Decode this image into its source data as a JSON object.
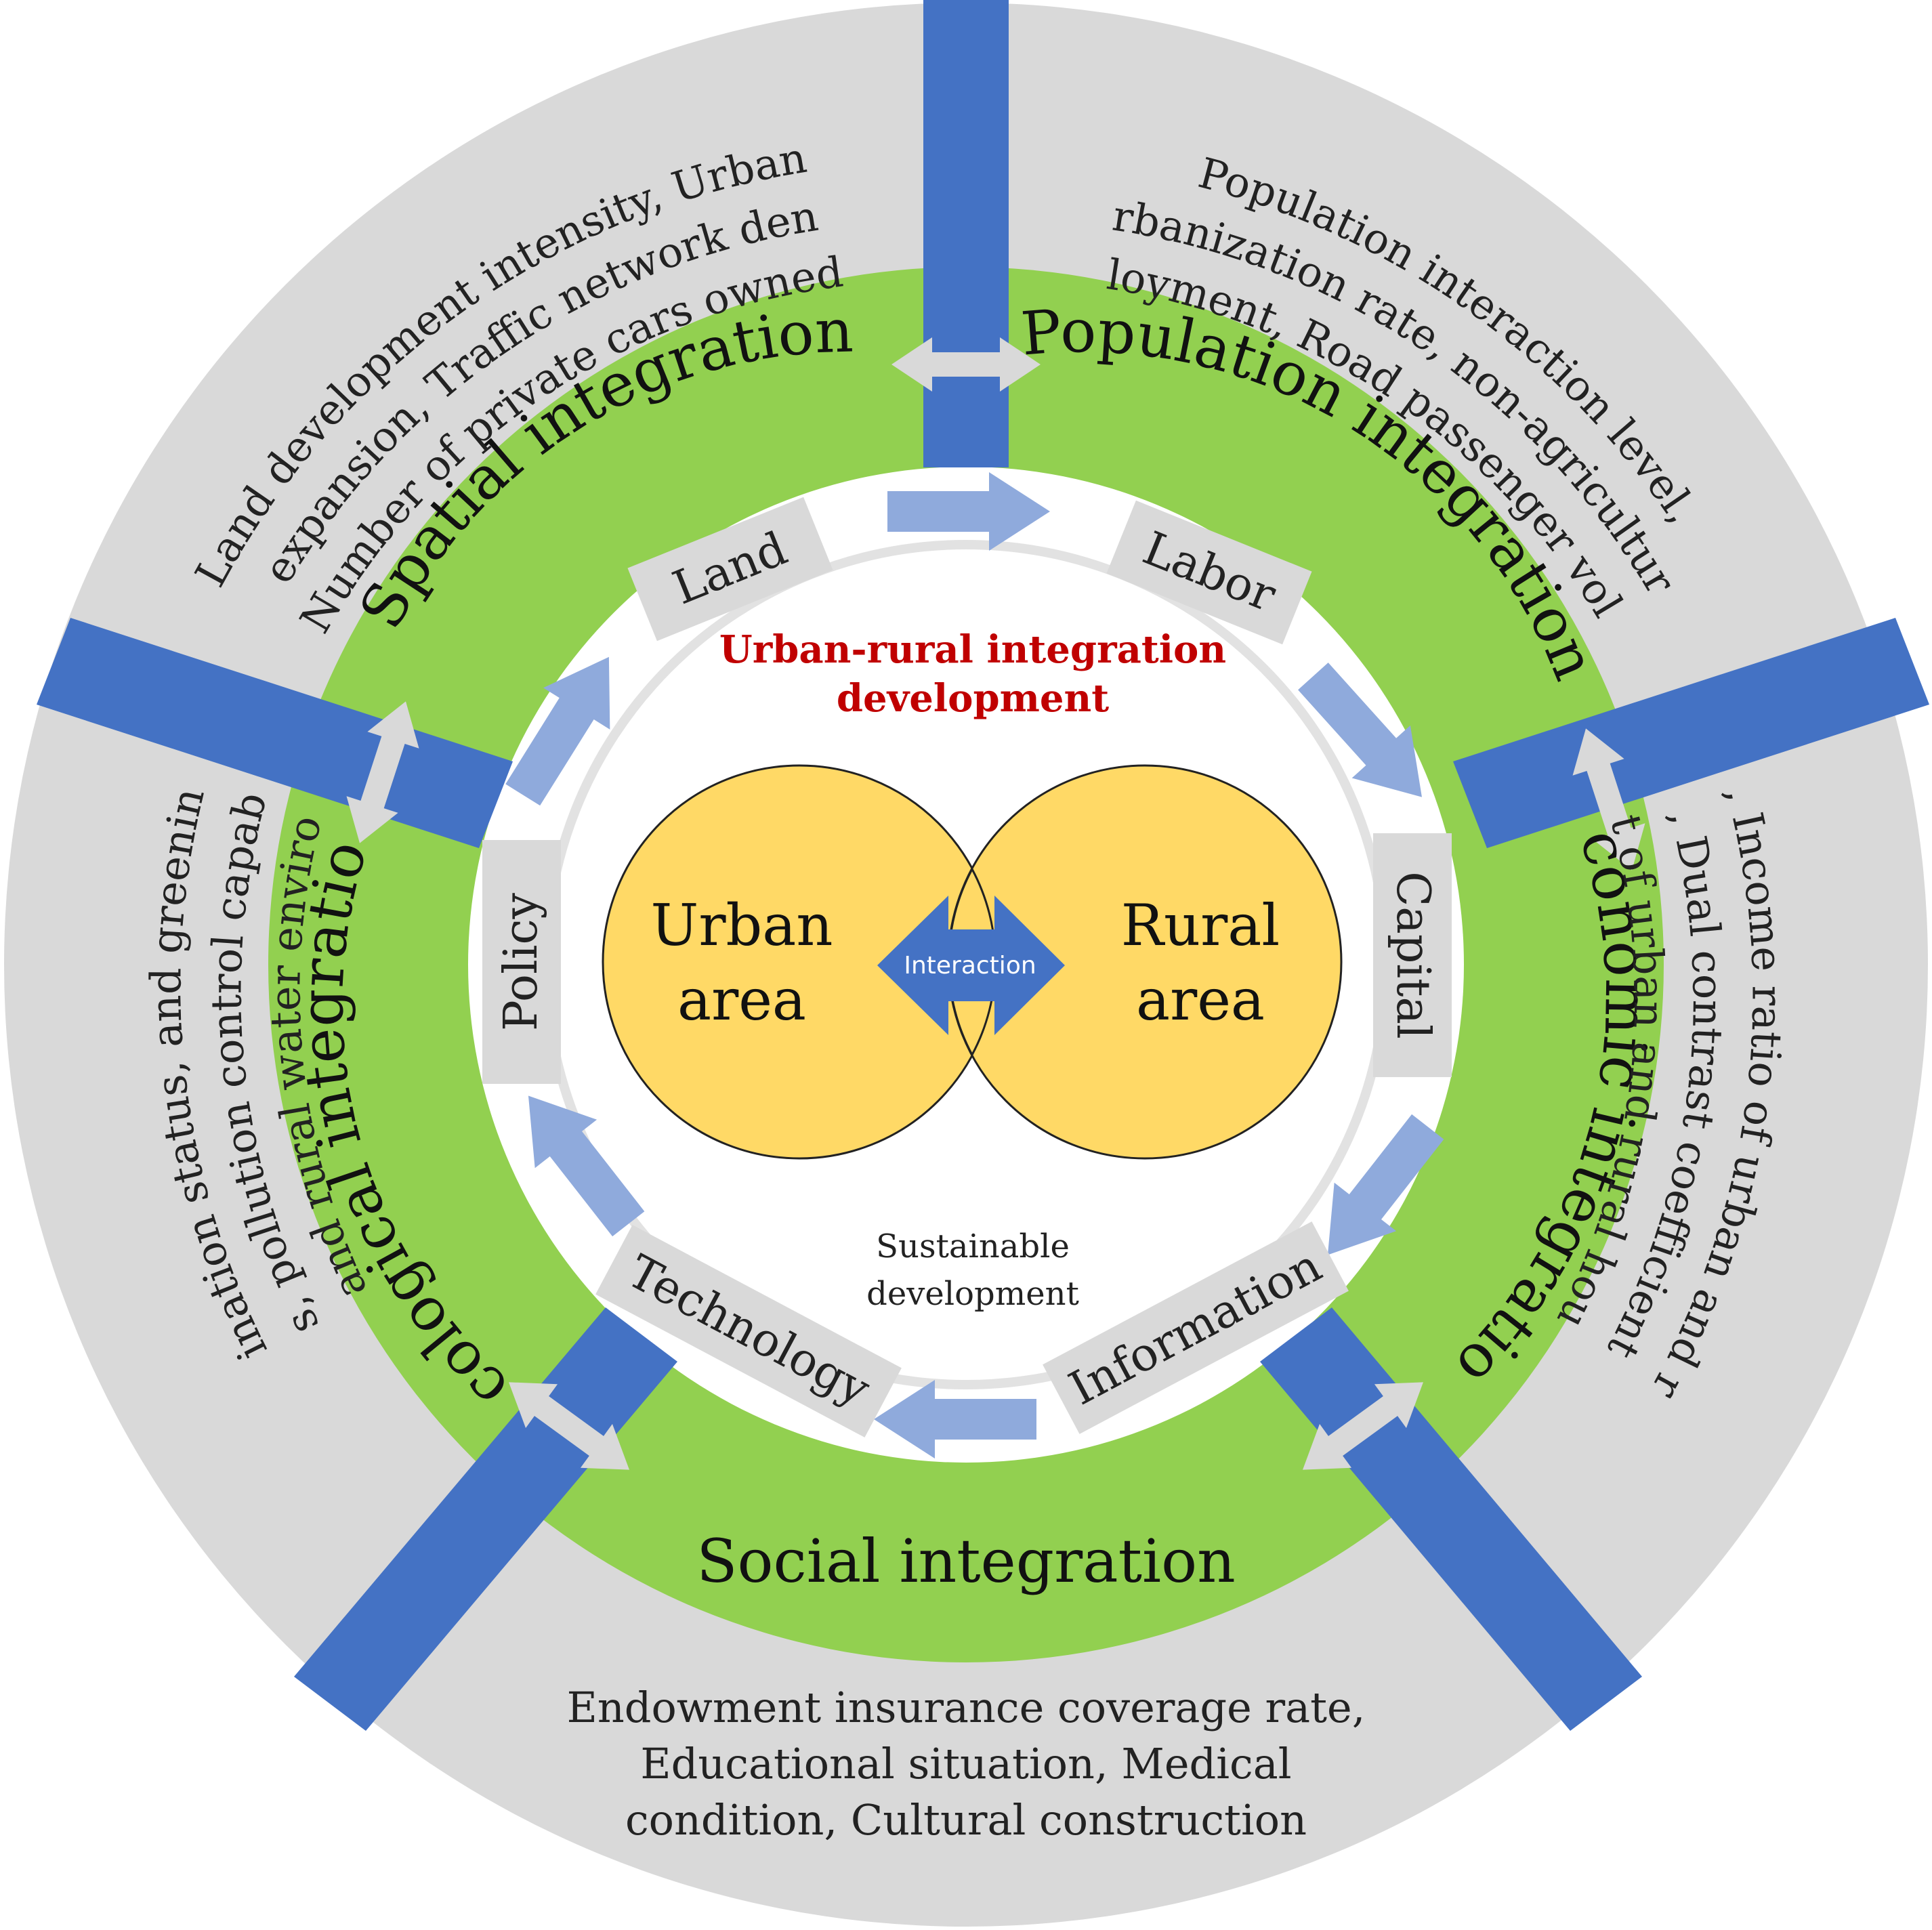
{
  "center": {
    "title_line1": "Urban-rural integration",
    "title_line2": "development",
    "urban_line1": "Urban",
    "urban_line2": "area",
    "rural_line1": "Rural",
    "rural_line2": "area",
    "interaction": "Interaction",
    "sustainable_line1": "Sustainable",
    "sustainable_line2": "development"
  },
  "factors": {
    "land": "Land",
    "labor": "Labor",
    "capital": "Capital",
    "information": "Information",
    "technology": "Technology",
    "policy": "Policy"
  },
  "dimensions": {
    "spatial": "Spatial  integration",
    "population": "Population integration",
    "economic": "Economic integration",
    "social": "Social  integration",
    "ecological": "Ecological integration"
  },
  "indicators": {
    "spatial": [
      "Land development intensity, Urban",
      "land expansion, Traffic network density,",
      "Number of private cars owned"
    ],
    "population": [
      "Population interaction level,",
      "urbanization rate, non-agricultural",
      "employment, Road passenger volume"
    ],
    "economic": [
      "GDP, Income ratio of urban and rural",
      "residents, Dual contrast coefficient, Savings",
      "deposit of urban and rural household"
    ],
    "social": [
      "Endowment insurance coverage rate,",
      "Educational situation, Medical",
      "condition, Cultural construction"
    ],
    "ecological": [
      "Urban and rural water environment",
      "status, pollution control capability,",
      "contamination status,  and greening level"
    ]
  },
  "colors": {
    "outer_ring": "#d9d9d9",
    "green_ring": "#92d050",
    "blue_spoke": "#4472c4",
    "light_arrow": "#8faadc",
    "circle_fill": "#ffd966",
    "title_red": "#c00000",
    "interaction_blue": "#4472c4"
  }
}
